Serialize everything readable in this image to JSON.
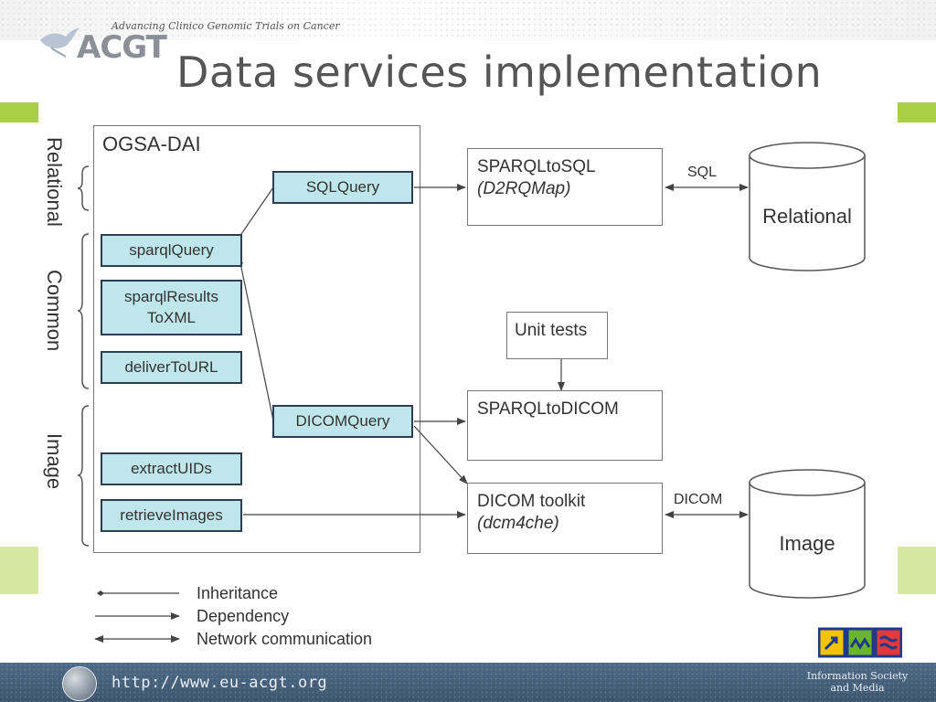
{
  "header": {
    "tagline": "Advancing Clinico Genomic Trials on Cancer",
    "logo_text": "ACGT",
    "title": "Data services implementation"
  },
  "side_labels": {
    "relational": "Relational",
    "common": "Common",
    "image": "Image"
  },
  "ogsa": {
    "label": "OGSA-DAI",
    "activities": {
      "sqlquery": "SQLQuery",
      "sparqlquery": "sparqlQuery",
      "sparqlresults_line1": "sparqlResults",
      "sparqlresults_line2": "ToXML",
      "delivertourl": "deliverToURL",
      "dicomquery": "DICOMQuery",
      "extractuids": "extractUIDs",
      "retrieveimages": "retrieveImages"
    }
  },
  "components": {
    "sparqltosql": "SPARQLtoSQL",
    "sparqltosql_sub": "(D2RQMap)",
    "unit_tests": "Unit tests",
    "sparqltodicom": "SPARQLtoDICOM",
    "dicom_toolkit": "DICOM toolkit",
    "dicom_toolkit_sub": "(dcm4che)"
  },
  "stores": {
    "relational": "Relational",
    "image": "Image"
  },
  "edge_labels": {
    "sql": "SQL",
    "dicom": "DICOM"
  },
  "legend": {
    "inheritance": "Inheritance",
    "dependency": "Dependency",
    "network": "Network communication"
  },
  "footer": {
    "url": "http://www.eu-acgt.org",
    "ism_line1": "Information Society",
    "ism_line2": "and Media"
  },
  "colors": {
    "activity_fill": "#bfe6ea",
    "accent_green": "#a8cf45",
    "footer_bar": "#4e6a86"
  }
}
